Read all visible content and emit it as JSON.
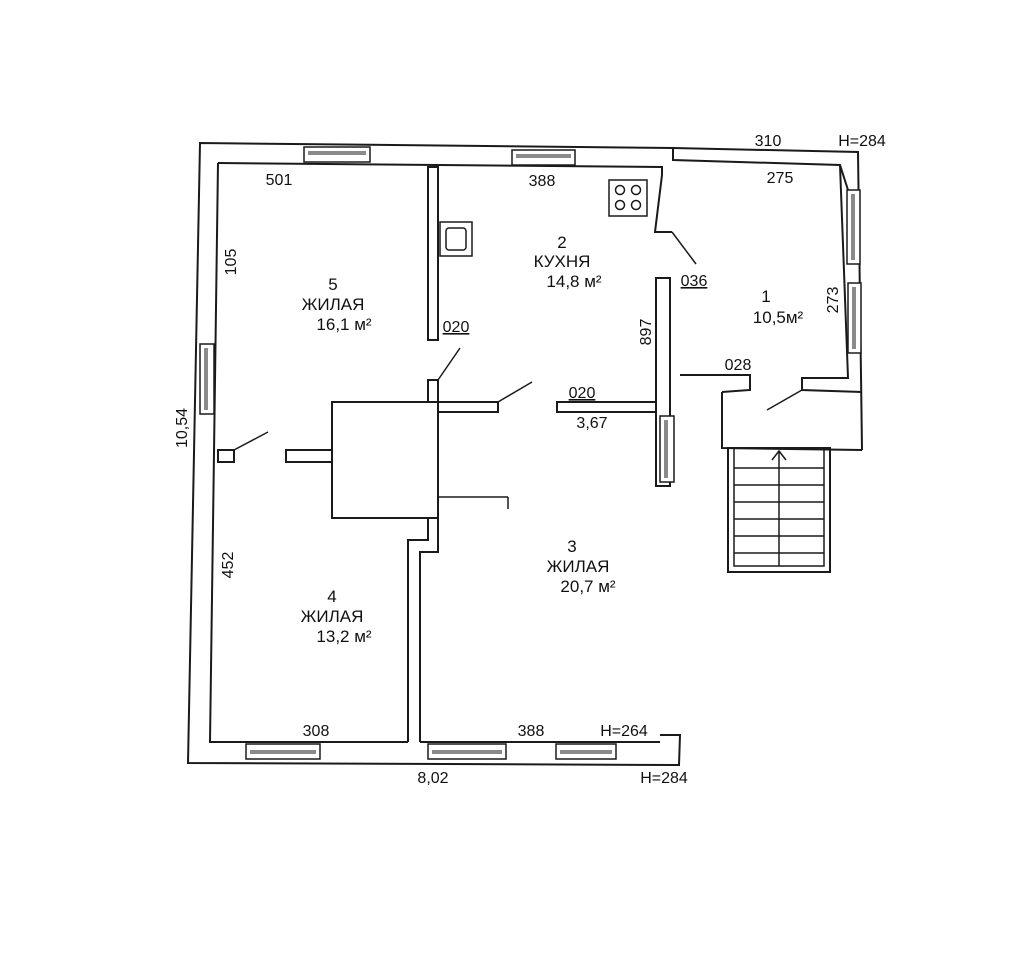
{
  "rooms": [
    {
      "number": "1",
      "name": "",
      "area": "10,5м²"
    },
    {
      "number": "2",
      "name": "КУХНЯ",
      "area": "14,8 м²"
    },
    {
      "number": "3",
      "name": "ЖИЛАЯ",
      "area": "20,7 м²"
    },
    {
      "number": "4",
      "name": "ЖИЛАЯ",
      "area": "13,2 м²"
    },
    {
      "number": "5",
      "name": "ЖИЛАЯ",
      "area": "16,1 м²"
    }
  ],
  "dimensions": {
    "outer_width": "8,02",
    "outer_height": "10,54",
    "h_top": "H=284",
    "h_bottom": "H=284",
    "h_room3": "H=264",
    "top_room5": "501",
    "top_kitchen": "388",
    "top_annex_outer": "310",
    "top_annex_inner": "275",
    "left_room5": "105",
    "left_room4": "452",
    "bottom_room4": "308",
    "bottom_room3": "388",
    "wall_kitchen": "897",
    "right_annex": "273",
    "door_kitchen": "036",
    "door_room5": "020",
    "door_room3": "020",
    "door_annex": "028",
    "room3_width": "3,67"
  },
  "colors": {
    "line": "#1a1a1a",
    "window_glass": "#8a8a8a"
  }
}
